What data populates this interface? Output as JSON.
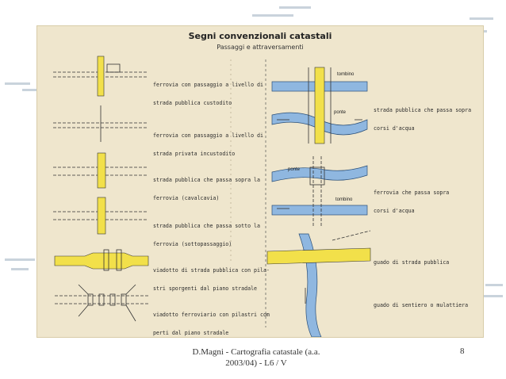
{
  "title": "Segni convenzionali catastali",
  "subtitle": "Passaggi e attraversamenti",
  "left_items": [
    {
      "line1": "ferrovia con passaggio a livello di",
      "line2": "strada pubblica custodito"
    },
    {
      "line1": "ferrovia con passaggio a livello di",
      "line2": "strada privata incustodito"
    },
    {
      "line1": "strada pubblica che passa sopra la",
      "line2": "ferrovia (cavalcavia)"
    },
    {
      "line1": "strada pubblica che passa sotto la",
      "line2": "ferrovia (sottopassaggio)"
    },
    {
      "line1": "viadotto di strada pubblica con pila-",
      "line2": "stri sporgenti dal piano stradale"
    },
    {
      "line1": "viadotto ferroviario con pilastri com",
      "line2": "perti dal piano stradale"
    }
  ],
  "right_items": [
    {
      "line1": "strada pubblica che passa sopra",
      "line2": "corsi d'acqua"
    },
    {
      "line1": "ferrovia che passa sopra",
      "line2": "corsi d'acqua"
    },
    {
      "line1": "guado di strada pubblica",
      "line2": ""
    },
    {
      "line1": "guado di sentiero o mulattiera",
      "line2": ""
    }
  ],
  "inner_labels": {
    "tombino_1": "tombino",
    "ponte_1": "ponte",
    "ponte_2": "ponte",
    "tombino_2": "tombino"
  },
  "colors": {
    "road": "#f2e04a",
    "water": "#8fb7e0",
    "paper": "#efe6cd",
    "ink": "#2b2b2b"
  },
  "footer": {
    "left": "D.Magni - Cartografia catastale (a.a. 2003/04) - L6 / V",
    "page": "8"
  }
}
